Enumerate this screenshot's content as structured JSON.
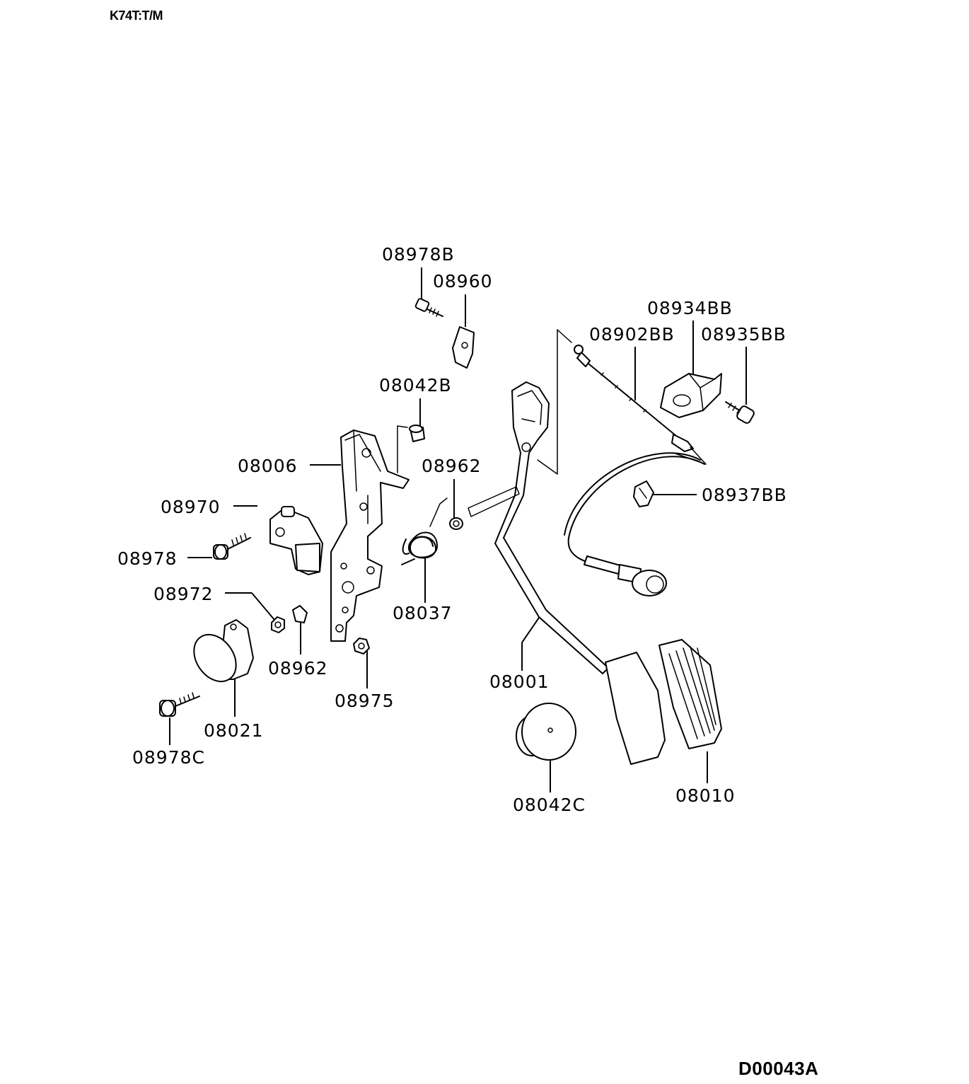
{
  "header": {
    "model_code": "K74T:T/M"
  },
  "footer": {
    "diagram_id": "D00043A"
  },
  "callouts": [
    {
      "id": "c-08978b",
      "text": "08978B"
    },
    {
      "id": "c-08960",
      "text": "08960"
    },
    {
      "id": "c-08934bb",
      "text": "08934BB"
    },
    {
      "id": "c-08902bb",
      "text": "08902BB"
    },
    {
      "id": "c-08935bb",
      "text": "08935BB"
    },
    {
      "id": "c-08042b",
      "text": "08042B"
    },
    {
      "id": "c-08006",
      "text": "08006"
    },
    {
      "id": "c-08962a",
      "text": "08962"
    },
    {
      "id": "c-08937bb",
      "text": "08937BB"
    },
    {
      "id": "c-08970",
      "text": "08970"
    },
    {
      "id": "c-08978",
      "text": "08978"
    },
    {
      "id": "c-08972",
      "text": "08972"
    },
    {
      "id": "c-08037",
      "text": "08037"
    },
    {
      "id": "c-08962b",
      "text": "08962"
    },
    {
      "id": "c-08975",
      "text": "08975"
    },
    {
      "id": "c-08001",
      "text": "08001"
    },
    {
      "id": "c-08021",
      "text": "08021"
    },
    {
      "id": "c-08978c",
      "text": "08978C"
    },
    {
      "id": "c-08042c",
      "text": "08042C"
    },
    {
      "id": "c-08010",
      "text": "08010"
    }
  ]
}
